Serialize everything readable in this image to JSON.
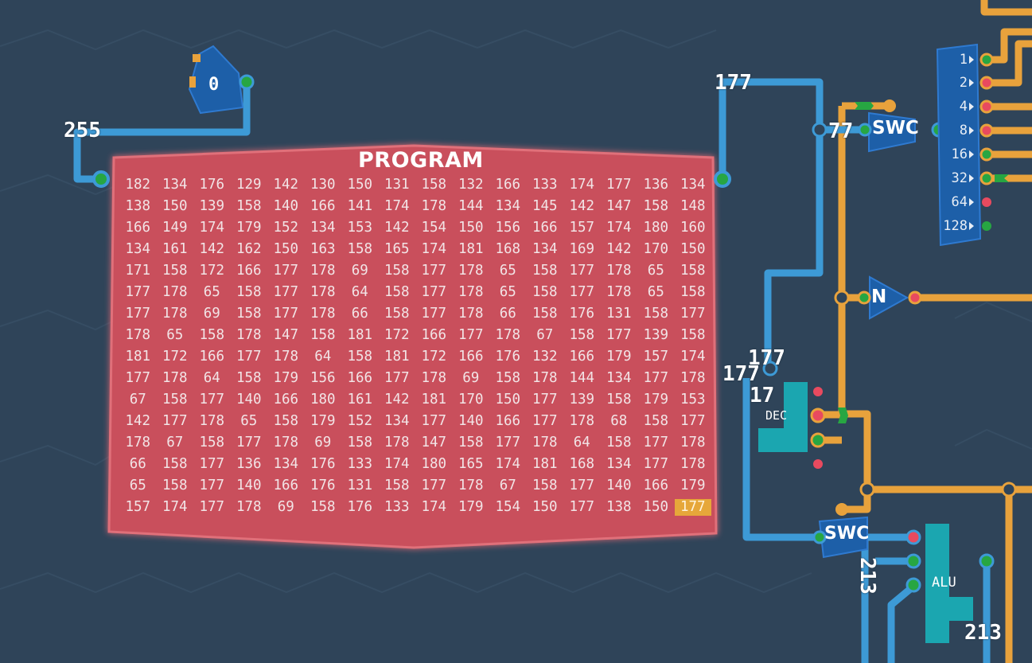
{
  "program": {
    "title": "PROGRAM",
    "values": [
      "182",
      "134",
      "176",
      "129",
      "142",
      "130",
      "150",
      "131",
      "158",
      "132",
      "166",
      "133",
      "174",
      "177",
      "136",
      "134",
      "138",
      "150",
      "139",
      "158",
      "140",
      "166",
      "141",
      "174",
      "178",
      "144",
      "134",
      "145",
      "142",
      "147",
      "158",
      "148",
      "166",
      "149",
      "174",
      "179",
      "152",
      "134",
      "153",
      "142",
      "154",
      "150",
      "156",
      "166",
      "157",
      "174",
      "180",
      "160",
      "134",
      "161",
      "142",
      "162",
      "150",
      "163",
      "158",
      "165",
      "174",
      "181",
      "168",
      "134",
      "169",
      "142",
      "170",
      "150",
      "171",
      "158",
      "172",
      "166",
      "177",
      "178",
      "69",
      "158",
      "177",
      "178",
      "65",
      "158",
      "177",
      "178",
      "65",
      "158",
      "177",
      "178",
      "65",
      "158",
      "177",
      "178",
      "64",
      "158",
      "177",
      "178",
      "65",
      "158",
      "177",
      "178",
      "65",
      "158",
      "177",
      "178",
      "69",
      "158",
      "177",
      "178",
      "66",
      "158",
      "177",
      "178",
      "66",
      "158",
      "176",
      "131",
      "158",
      "177",
      "178",
      "65",
      "158",
      "178",
      "147",
      "158",
      "181",
      "172",
      "166",
      "177",
      "178",
      "67",
      "158",
      "177",
      "139",
      "158",
      "181",
      "172",
      "166",
      "177",
      "178",
      "64",
      "158",
      "181",
      "172",
      "166",
      "176",
      "132",
      "166",
      "179",
      "157",
      "174",
      "177",
      "178",
      "64",
      "158",
      "179",
      "156",
      "166",
      "177",
      "178",
      "69",
      "158",
      "178",
      "144",
      "134",
      "177",
      "178",
      "67",
      "158",
      "177",
      "140",
      "166",
      "180",
      "161",
      "142",
      "181",
      "170",
      "150",
      "177",
      "139",
      "158",
      "179",
      "153",
      "142",
      "177",
      "178",
      "65",
      "158",
      "179",
      "152",
      "134",
      "177",
      "140",
      "166",
      "177",
      "178",
      "68",
      "158",
      "177",
      "178",
      "67",
      "158",
      "177",
      "178",
      "69",
      "158",
      "178",
      "147",
      "158",
      "177",
      "178",
      "64",
      "158",
      "177",
      "178",
      "66",
      "158",
      "177",
      "136",
      "134",
      "176",
      "133",
      "174",
      "180",
      "165",
      "174",
      "181",
      "168",
      "134",
      "177",
      "178",
      "65",
      "158",
      "177",
      "140",
      "166",
      "176",
      "131",
      "158",
      "177",
      "178",
      "67",
      "158",
      "177",
      "140",
      "166",
      "179",
      "157",
      "174",
      "177",
      "178",
      "69",
      "158",
      "176",
      "133",
      "174",
      "179",
      "154",
      "150",
      "177",
      "138",
      "150",
      "177"
    ],
    "highlight_index": 255
  },
  "wire_labels": {
    "program_address": "255",
    "program_output": "177",
    "swc_top_input": "77",
    "dec_top": "177",
    "dec_left": "177",
    "dec_input": "17",
    "swc_bottom_output": "213",
    "alu_output": "213"
  },
  "components": {
    "constant_value": "0",
    "swc_top_label": "SWC",
    "not_label": "N",
    "dec_label": "DEC",
    "swc_bottom_label": "SWC",
    "alu_label": "ALU",
    "splitter_pins": [
      "1",
      "2",
      "4",
      "8",
      "16",
      "32",
      "64",
      "128"
    ]
  },
  "colors": {
    "background": "#2f4459",
    "wire_blue": "#3d9ad6",
    "wire_orange": "#e8a23c",
    "program_body": "#c9505c",
    "component_blue": "#1d5fa8",
    "component_teal": "#1ba6b0",
    "pin_green": "#27a642",
    "pin_red": "#e84a5f"
  }
}
